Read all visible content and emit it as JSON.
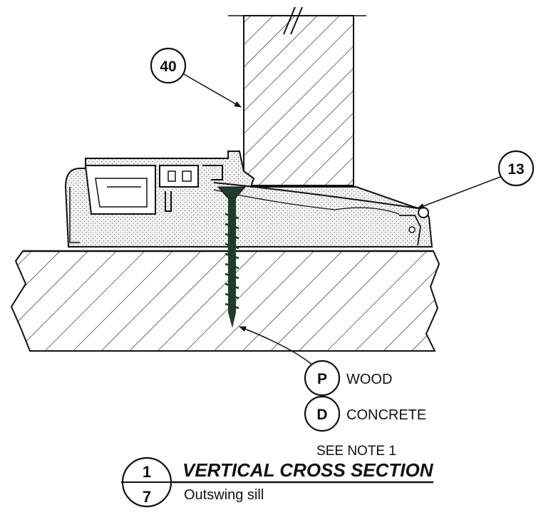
{
  "callouts": {
    "door_ref": "40",
    "sill_ref": "13",
    "wood_code": "P",
    "wood_label": "WOOD",
    "concrete_code": "D",
    "concrete_label": "CONCRETE"
  },
  "note": "SEE NOTE 1",
  "title_block": {
    "detail_number": "1",
    "sheet_number": "7",
    "title": "VERTICAL CROSS SECTION",
    "subtitle": "Outswing sill"
  },
  "colors": {
    "line": "#111111",
    "screw": "#1f3d2a",
    "fill_foam": "#e6e6e6",
    "background": "#ffffff"
  }
}
